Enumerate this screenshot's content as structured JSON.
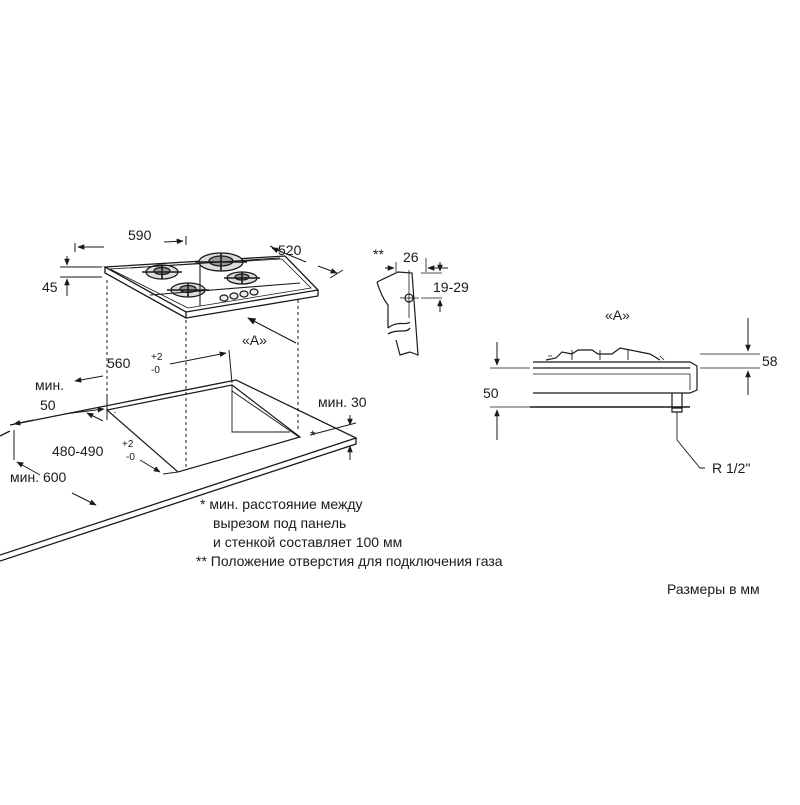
{
  "diagram": {
    "main": {
      "width": "590",
      "depth": "520",
      "height": "45",
      "cutout_width": "560",
      "cutout_width_tol_top": "+2",
      "cutout_width_tol_bottom": "-0",
      "cutout_depth": "480-490",
      "cutout_depth_tol_top": "+2",
      "cutout_depth_tol_bottom": "-0",
      "min_front": "мин.",
      "min_front_value": "50",
      "min_side": "мин. 30",
      "min_back": "мин. 600",
      "view_marker": "«A»",
      "star_marker": "*"
    },
    "gas_detail": {
      "marker": "**",
      "width": "26",
      "height": "19-29"
    },
    "side_view": {
      "title": "«A»",
      "height_above": "58",
      "height_below": "50",
      "thread": "R 1/2\""
    },
    "notes": {
      "line1": "*  мин. расстояние между",
      "line2": "вырезом под панель",
      "line3": "и стенкой составляет 100 мм",
      "line4": "** Положение отверстия для подключения газа"
    },
    "units_note": "Размеры в мм"
  }
}
